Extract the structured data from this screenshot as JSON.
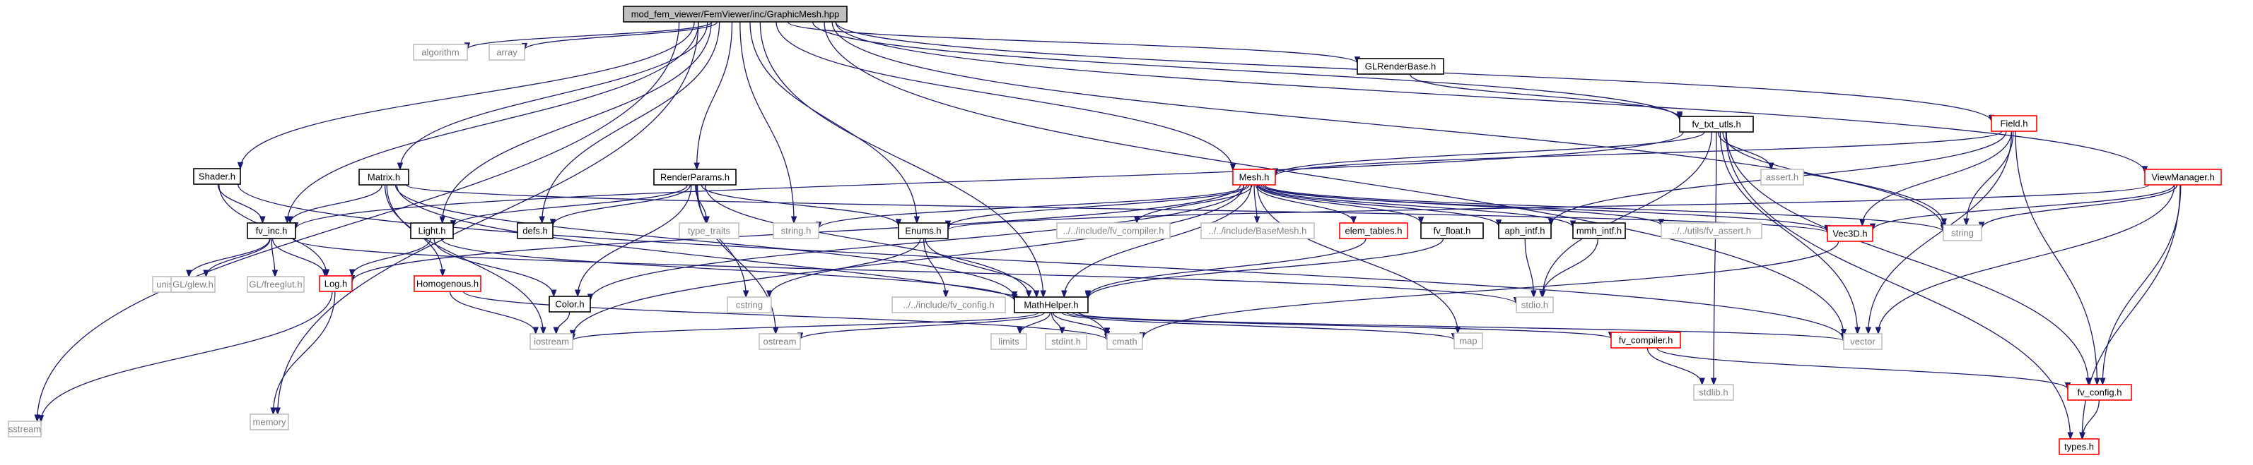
{
  "diagram": {
    "colors": {
      "edge": "#191970",
      "root_fill": "#bfbfbf",
      "local_border": "#000000",
      "truncated_border": "#ff0000",
      "system_border": "#bfbfbf",
      "system_text": "#808080"
    },
    "nodes": [
      {
        "id": "graphicmesh",
        "label": "mod_fem_viewer/FemViewer/inc/GraphicMesh.hpp",
        "kind": "root"
      },
      {
        "id": "sstream",
        "label": "sstream",
        "kind": "system"
      },
      {
        "id": "memory",
        "label": "memory",
        "kind": "system"
      },
      {
        "id": "shader",
        "label": "Shader.h",
        "kind": "local"
      },
      {
        "id": "algorithm",
        "label": "algorithm",
        "kind": "system"
      },
      {
        "id": "array",
        "label": "array",
        "kind": "system"
      },
      {
        "id": "glrenderbase",
        "label": "GLRenderBase.h",
        "kind": "local"
      },
      {
        "id": "fvtxtutls",
        "label": "fv_txt_utls.h",
        "kind": "local"
      },
      {
        "id": "fieldh",
        "label": "Field.h",
        "kind": "truncated"
      },
      {
        "id": "viewmanager",
        "label": "ViewManager.h",
        "kind": "truncated"
      },
      {
        "id": "matrixh",
        "label": "Matrix.h",
        "kind": "local"
      },
      {
        "id": "renderparams",
        "label": "RenderParams.h",
        "kind": "local"
      },
      {
        "id": "meshh",
        "label": "Mesh.h",
        "kind": "truncated"
      },
      {
        "id": "asserth",
        "label": "assert.h",
        "kind": "system"
      },
      {
        "id": "fvinc",
        "label": "fv_inc.h",
        "kind": "local"
      },
      {
        "id": "lighth",
        "label": "Light.h",
        "kind": "local"
      },
      {
        "id": "defsh",
        "label": "defs.h",
        "kind": "local"
      },
      {
        "id": "typetraits",
        "label": "type_traits",
        "kind": "system"
      },
      {
        "id": "stringh",
        "label": "string.h",
        "kind": "system"
      },
      {
        "id": "enumsh",
        "label": "Enums.h",
        "kind": "local"
      },
      {
        "id": "fvcompiler_inc",
        "label": "../../include/fv_compiler.h",
        "kind": "system"
      },
      {
        "id": "basemesh",
        "label": "../../include/BaseMesh.h",
        "kind": "system"
      },
      {
        "id": "elemtables",
        "label": "elem_tables.h",
        "kind": "truncated"
      },
      {
        "id": "fvfloat",
        "label": "fv_float.h",
        "kind": "local"
      },
      {
        "id": "aphintf",
        "label": "aph_intf.h",
        "kind": "local"
      },
      {
        "id": "mmhintf",
        "label": "mmh_intf.h",
        "kind": "local"
      },
      {
        "id": "fvassert",
        "label": "../../utils/fv_assert.h",
        "kind": "system"
      },
      {
        "id": "vec3d",
        "label": "Vec3D.h",
        "kind": "truncated"
      },
      {
        "id": "string",
        "label": "string",
        "kind": "system"
      },
      {
        "id": "unistd",
        "label": "unistd.h",
        "kind": "system"
      },
      {
        "id": "glglew",
        "label": "GL/glew.h",
        "kind": "system"
      },
      {
        "id": "glfreeglut",
        "label": "GL/freeglut.h",
        "kind": "system"
      },
      {
        "id": "logh",
        "label": "Log.h",
        "kind": "truncated"
      },
      {
        "id": "homogenous",
        "label": "Homogenous.h",
        "kind": "truncated"
      },
      {
        "id": "colorh",
        "label": "Color.h",
        "kind": "local"
      },
      {
        "id": "cstring",
        "label": "cstring",
        "kind": "system"
      },
      {
        "id": "fvconfig_inc",
        "label": "../../include/fv_config.h",
        "kind": "system"
      },
      {
        "id": "mathhelper",
        "label": "MathHelper.h",
        "kind": "local"
      },
      {
        "id": "stdioh",
        "label": "stdio.h",
        "kind": "system"
      },
      {
        "id": "iostream",
        "label": "iostream",
        "kind": "system"
      },
      {
        "id": "ostream",
        "label": "ostream",
        "kind": "system"
      },
      {
        "id": "limits",
        "label": "limits",
        "kind": "system"
      },
      {
        "id": "stdinth",
        "label": "stdint.h",
        "kind": "system"
      },
      {
        "id": "cmath",
        "label": "cmath",
        "kind": "system"
      },
      {
        "id": "fvcompiler",
        "label": "fv_compiler.h",
        "kind": "truncated"
      },
      {
        "id": "map",
        "label": "map",
        "kind": "system"
      },
      {
        "id": "vector",
        "label": "vector",
        "kind": "system"
      },
      {
        "id": "stdlibh",
        "label": "stdlib.h",
        "kind": "system"
      },
      {
        "id": "fvconfig",
        "label": "fv_config.h",
        "kind": "truncated"
      },
      {
        "id": "typesh",
        "label": "types.h",
        "kind": "truncated"
      }
    ],
    "edges": [
      [
        "graphicmesh",
        "sstream"
      ],
      [
        "graphicmesh",
        "memory"
      ],
      [
        "graphicmesh",
        "shader"
      ],
      [
        "graphicmesh",
        "algorithm"
      ],
      [
        "graphicmesh",
        "array"
      ],
      [
        "graphicmesh",
        "glrenderbase"
      ],
      [
        "graphicmesh",
        "fvtxtutls"
      ],
      [
        "graphicmesh",
        "fieldh"
      ],
      [
        "graphicmesh",
        "viewmanager"
      ],
      [
        "graphicmesh",
        "matrixh"
      ],
      [
        "graphicmesh",
        "renderparams"
      ],
      [
        "graphicmesh",
        "meshh"
      ],
      [
        "graphicmesh",
        "fvinc"
      ],
      [
        "graphicmesh",
        "lighth"
      ],
      [
        "graphicmesh",
        "defsh"
      ],
      [
        "graphicmesh",
        "stringh"
      ],
      [
        "graphicmesh",
        "enumsh"
      ],
      [
        "graphicmesh",
        "mathhelper"
      ],
      [
        "graphicmesh",
        "string"
      ],
      [
        "graphicmesh",
        "vector"
      ],
      [
        "glrenderbase",
        "fvtxtutls"
      ],
      [
        "fvtxtutls",
        "fvinc"
      ],
      [
        "fvtxtutls",
        "meshh"
      ],
      [
        "fvtxtutls",
        "asserth"
      ],
      [
        "fvtxtutls",
        "string"
      ],
      [
        "fvtxtutls",
        "stdioh"
      ],
      [
        "fvtxtutls",
        "stdlibh"
      ],
      [
        "fvtxtutls",
        "vector"
      ],
      [
        "fvtxtutls",
        "fvconfig"
      ],
      [
        "fvtxtutls",
        "typesh"
      ],
      [
        "fieldh",
        "meshh"
      ],
      [
        "fieldh",
        "aphintf"
      ],
      [
        "fieldh",
        "vec3d"
      ],
      [
        "fieldh",
        "string"
      ],
      [
        "fieldh",
        "vector"
      ],
      [
        "fieldh",
        "fvconfig"
      ],
      [
        "viewmanager",
        "enumsh"
      ],
      [
        "viewmanager",
        "vec3d"
      ],
      [
        "viewmanager",
        "string"
      ],
      [
        "viewmanager",
        "vector"
      ],
      [
        "viewmanager",
        "fvconfig"
      ],
      [
        "viewmanager",
        "typesh"
      ],
      [
        "shader",
        "fvinc"
      ],
      [
        "shader",
        "logh"
      ],
      [
        "shader",
        "vector"
      ],
      [
        "matrixh",
        "fvinc"
      ],
      [
        "matrixh",
        "homogenous"
      ],
      [
        "matrixh",
        "mathhelper"
      ],
      [
        "matrixh",
        "vec3d"
      ],
      [
        "matrixh",
        "iostream"
      ],
      [
        "matrixh",
        "cmath"
      ],
      [
        "renderparams",
        "lighth"
      ],
      [
        "renderparams",
        "defsh"
      ],
      [
        "renderparams",
        "enumsh"
      ],
      [
        "renderparams",
        "typetraits"
      ],
      [
        "renderparams",
        "colorh"
      ],
      [
        "renderparams",
        "cstring"
      ],
      [
        "renderparams",
        "ostream"
      ],
      [
        "renderparams",
        "mathhelper"
      ],
      [
        "meshh",
        "stringh"
      ],
      [
        "meshh",
        "enumsh"
      ],
      [
        "meshh",
        "fvcompiler_inc"
      ],
      [
        "meshh",
        "basemesh"
      ],
      [
        "meshh",
        "elemtables"
      ],
      [
        "meshh",
        "fvfloat"
      ],
      [
        "meshh",
        "aphintf"
      ],
      [
        "meshh",
        "mmhintf"
      ],
      [
        "meshh",
        "fvassert"
      ],
      [
        "meshh",
        "vec3d"
      ],
      [
        "meshh",
        "mathhelper"
      ],
      [
        "meshh",
        "map"
      ],
      [
        "meshh",
        "logh"
      ],
      [
        "meshh",
        "colorh"
      ],
      [
        "meshh",
        "iostream"
      ],
      [
        "meshh",
        "string"
      ],
      [
        "fvinc",
        "unistd"
      ],
      [
        "fvinc",
        "glglew"
      ],
      [
        "fvinc",
        "glfreeglut"
      ],
      [
        "fvinc",
        "logh"
      ],
      [
        "fvinc",
        "stdioh"
      ],
      [
        "lighth",
        "logh"
      ],
      [
        "lighth",
        "colorh"
      ],
      [
        "lighth",
        "mathhelper"
      ],
      [
        "logh",
        "sstream"
      ],
      [
        "logh",
        "memory"
      ],
      [
        "homogenous",
        "iostream"
      ],
      [
        "homogenous",
        "cmath"
      ],
      [
        "colorh",
        "iostream"
      ],
      [
        "enumsh",
        "cstring"
      ],
      [
        "enumsh",
        "fvconfig_inc"
      ],
      [
        "enumsh",
        "mathhelper"
      ],
      [
        "elemtables",
        "mathhelper"
      ],
      [
        "fvfloat",
        "mathhelper"
      ],
      [
        "aphintf",
        "stdioh"
      ],
      [
        "mmhintf",
        "stdioh"
      ],
      [
        "vec3d",
        "cmath"
      ],
      [
        "mathhelper",
        "iostream"
      ],
      [
        "mathhelper",
        "ostream"
      ],
      [
        "mathhelper",
        "limits"
      ],
      [
        "mathhelper",
        "stdinth"
      ],
      [
        "mathhelper",
        "cmath"
      ],
      [
        "mathhelper",
        "fvcompiler"
      ],
      [
        "mathhelper",
        "map"
      ],
      [
        "mathhelper",
        "vector"
      ],
      [
        "fvcompiler",
        "stdlibh"
      ],
      [
        "fvcompiler",
        "fvconfig"
      ],
      [
        "fvconfig",
        "typesh"
      ]
    ]
  }
}
